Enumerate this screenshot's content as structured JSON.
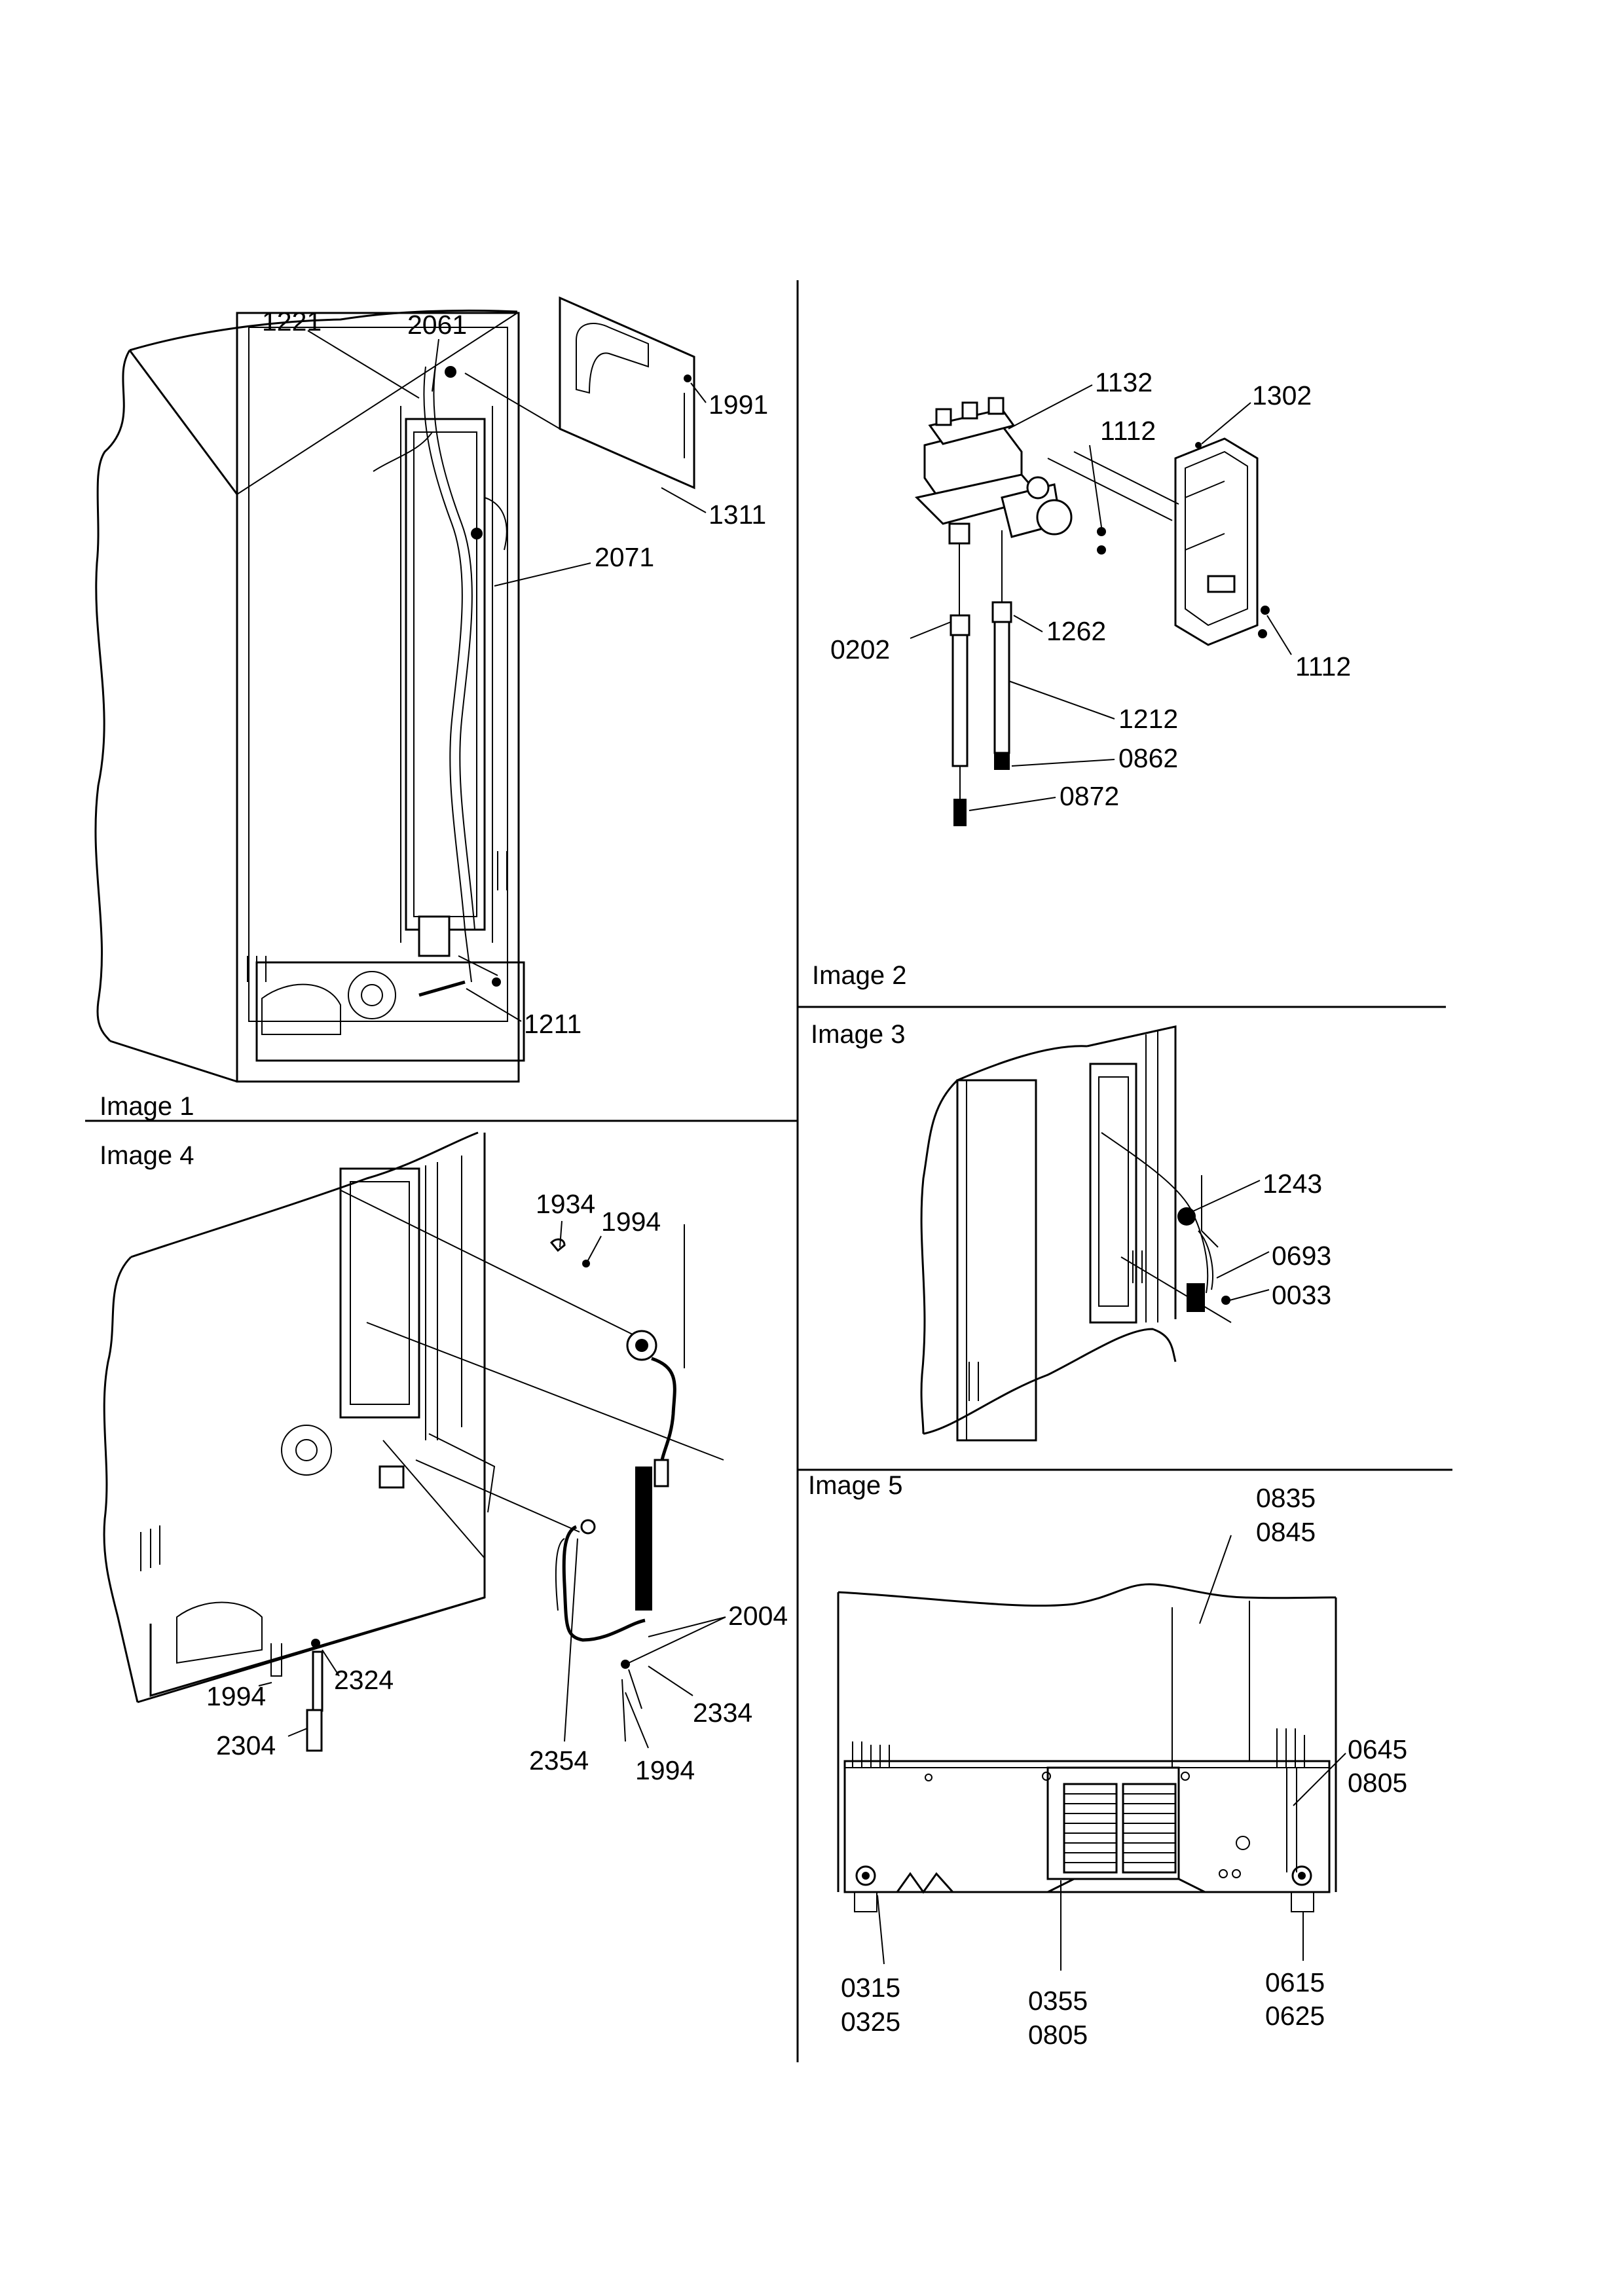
{
  "panels": [
    {
      "id": "p1",
      "title": "Image 1",
      "callouts": [
        "1221",
        "2061",
        "1991",
        "1311",
        "2071",
        "1211"
      ]
    },
    {
      "id": "p2",
      "title": "Image 2",
      "callouts": [
        "1132",
        "1302",
        "1112",
        "0202",
        "1262",
        "1112",
        "1212",
        "0862",
        "0872"
      ]
    },
    {
      "id": "p3",
      "title": "Image 3",
      "callouts": [
        "1243",
        "0693",
        "0033"
      ]
    },
    {
      "id": "p4",
      "title": "Image 4",
      "callouts": [
        "1934",
        "1994",
        "2004",
        "1994",
        "2324",
        "2304",
        "2334",
        "2354",
        "1994"
      ]
    },
    {
      "id": "p5",
      "title": "Image 5",
      "callouts": [
        "0835",
        "0845",
        "0645",
        "0805",
        "0315",
        "0325",
        "0355",
        "0805",
        "0615",
        "0625"
      ]
    }
  ]
}
